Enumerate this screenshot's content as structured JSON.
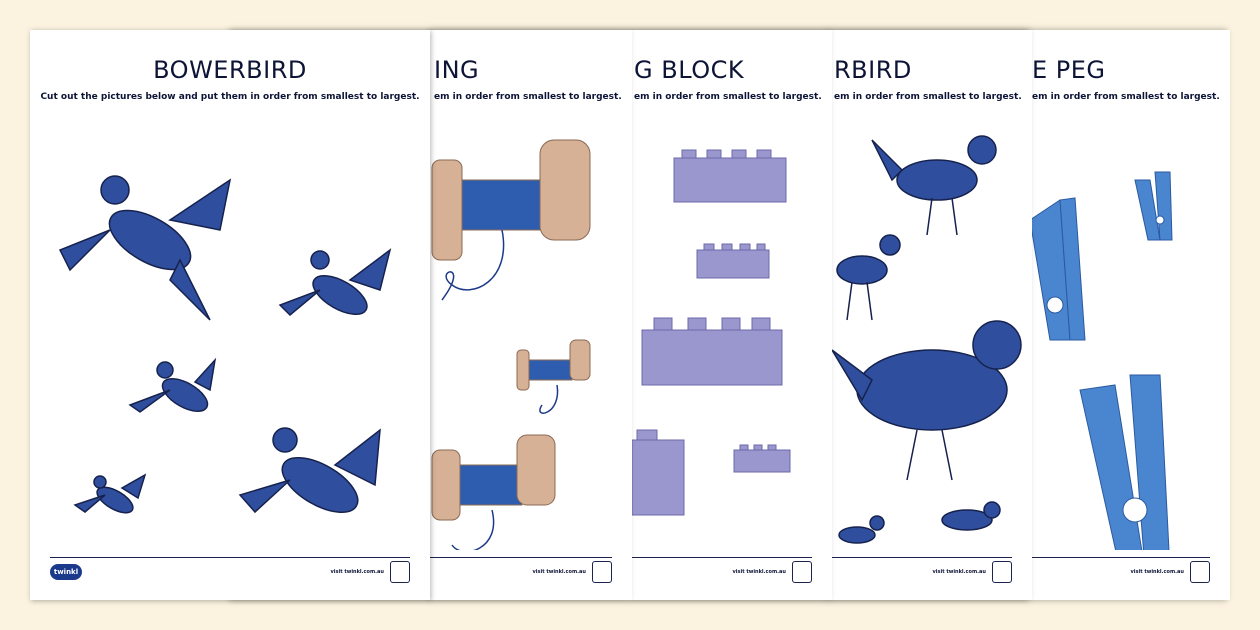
{
  "sheets": [
    {
      "title": "BOWERBIRD",
      "instruction": "Cut out the pictures below and put them in order from smallest to largest.",
      "visit": "visit twinkl.com.au",
      "logo": "twinkl"
    },
    {
      "title": "ING",
      "instruction": "em in order from smallest to largest.",
      "visit": "visit twinkl.com.au"
    },
    {
      "title": "G BLOCK",
      "instruction": "em in order from smallest to largest.",
      "visit": "visit twinkl.com.au"
    },
    {
      "title": "RBIRD",
      "instruction": "em in order from smallest to largest.",
      "visit": "visit twinkl.com.au"
    },
    {
      "title": "E PEG",
      "instruction": "em in order from smallest to largest.",
      "visit": "visit twinkl.com.au"
    }
  ],
  "colors": {
    "background": "#fbf3df",
    "bird": "#2f4f9e",
    "block": "#9a97cf",
    "spool": "#d6b196",
    "peg": "#4a86d0"
  }
}
